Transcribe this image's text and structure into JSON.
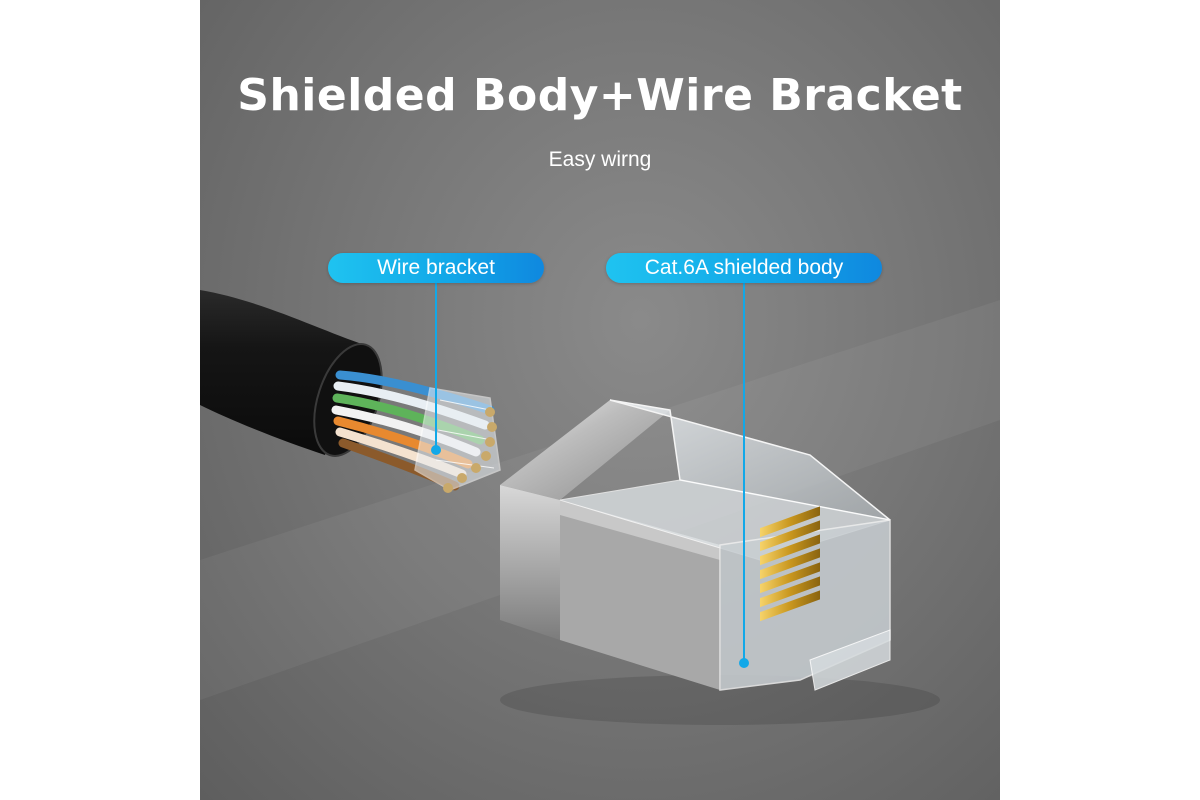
{
  "headline": {
    "title": "Shielded Body+Wire Bracket",
    "subtitle": "Easy wirng"
  },
  "callouts": [
    {
      "label": "Wire bracket"
    },
    {
      "label": "Cat.6A shielded body"
    }
  ],
  "colors": {
    "accent": "#12a8e8",
    "background": "#7a7a7a",
    "text": "#ffffff"
  }
}
